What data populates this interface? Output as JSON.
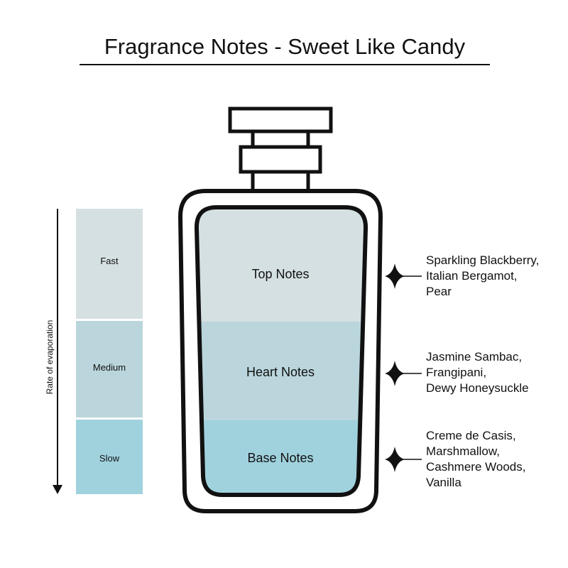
{
  "title": "Fragrance Notes - Sweet Like Candy",
  "axis_label": "Rate of evaporation",
  "scale": [
    {
      "label": "Fast",
      "color": "#d5e0e3"
    },
    {
      "label": "Medium",
      "color": "#bad6dc"
    },
    {
      "label": "Slow",
      "color": "#a0d2de"
    }
  ],
  "layers": [
    {
      "label": "Top Notes",
      "color": "#d5e0e3",
      "notes": [
        "Sparkling Blackberry,",
        "Italian Bergamot,",
        "Pear"
      ]
    },
    {
      "label": "Heart Notes",
      "color": "#bad6dc",
      "notes": [
        "Jasmine Sambac,",
        "Frangipani,",
        "Dewy Honeysuckle"
      ]
    },
    {
      "label": "Base Notes",
      "color": "#a0d2de",
      "notes": [
        "Creme de Casis,",
        "Marshmallow,",
        "Cashmere Woods,",
        "Vanilla"
      ]
    }
  ]
}
